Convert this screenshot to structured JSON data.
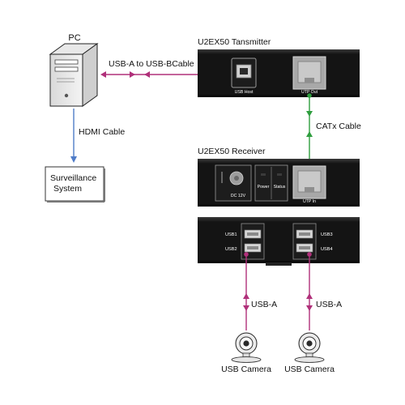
{
  "colors": {
    "usb_line": "#b0307a",
    "catx_line": "#2f9e3f",
    "hdmi_line": "#4f7cc8",
    "device_body": "#141414",
    "device_face": "#2a2a2a",
    "port_metal": "#bdbdbd"
  },
  "pc": {
    "label": "PC",
    "icon": "pc-tower-icon"
  },
  "links": {
    "pc_to_transmitter": "USB-A to USB-BCable",
    "hdmi": "HDMI Cable",
    "catx": "CATx Cable",
    "usb_a_left": "USB-A",
    "usb_a_right": "USB-A"
  },
  "surveillance": {
    "line1": "Surveillance",
    "line2": "System"
  },
  "transmitter": {
    "title": "U2EX50  Tansmitter",
    "port_usb": "USB Host",
    "port_utp": "UTP Out"
  },
  "receiver": {
    "title": "U2EX50  Receiver",
    "dc_label": "DC 12V",
    "led_power": "Power",
    "led_status": "Status",
    "port_utp": "UTP In"
  },
  "usb_hub": {
    "usb1": "USB1",
    "usb2": "USB2",
    "usb3": "USB3",
    "usb4": "USB4"
  },
  "cameras": [
    {
      "label": "USB Camera",
      "icon": "webcam-icon"
    },
    {
      "label": "USB Camera",
      "icon": "webcam-icon"
    }
  ]
}
